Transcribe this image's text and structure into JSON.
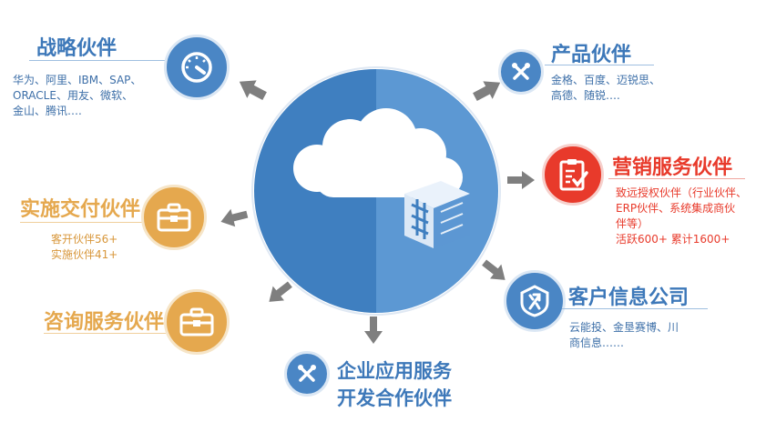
{
  "colors": {
    "blue": "#4a86c5",
    "blue_dark": "#3d78b9",
    "orange": "#e5a84e",
    "red": "#e83a2b",
    "gray_arrow": "#8a8a8a"
  },
  "partners": {
    "strategic": {
      "title": "战略伙伴",
      "lines": [
        "华为、阿里、IBM、SAP、",
        "ORACLE、用友、微软、",
        "金山、腾讯…."
      ]
    },
    "product": {
      "title": "产品伙伴",
      "lines": [
        "金格、百度、迈锐思、",
        "高德、随锐…."
      ]
    },
    "marketing": {
      "title": "营销服务伙伴",
      "lines": [
        "致远授权伙伴（行业伙伴、",
        "ERP伙伴、系统集成商伙",
        "伴等）",
        "活跃600+ 累计1600+"
      ]
    },
    "delivery": {
      "title": "实施交付伙伴",
      "lines": [
        "客开伙伴56+",
        "实施伙伴41+"
      ]
    },
    "consulting": {
      "title": "咨询服务伙伴"
    },
    "customer_info": {
      "title": "客户信息公司",
      "lines": [
        "云能投、金垦赛博、川",
        "商信息……"
      ]
    },
    "enterprise_app": {
      "title_line1": "企业应用服务",
      "title_line2": "开发合作伙伴"
    }
  },
  "icons": {
    "strategic": "gauge-icon",
    "product": "tools-icon",
    "marketing": "clipboard-check-icon",
    "delivery": "toolbox-icon",
    "consulting": "toolbox-icon",
    "customer_info": "shield-arrows-icon",
    "enterprise_app": "tools-icon",
    "center": "cloud-building-icon"
  }
}
